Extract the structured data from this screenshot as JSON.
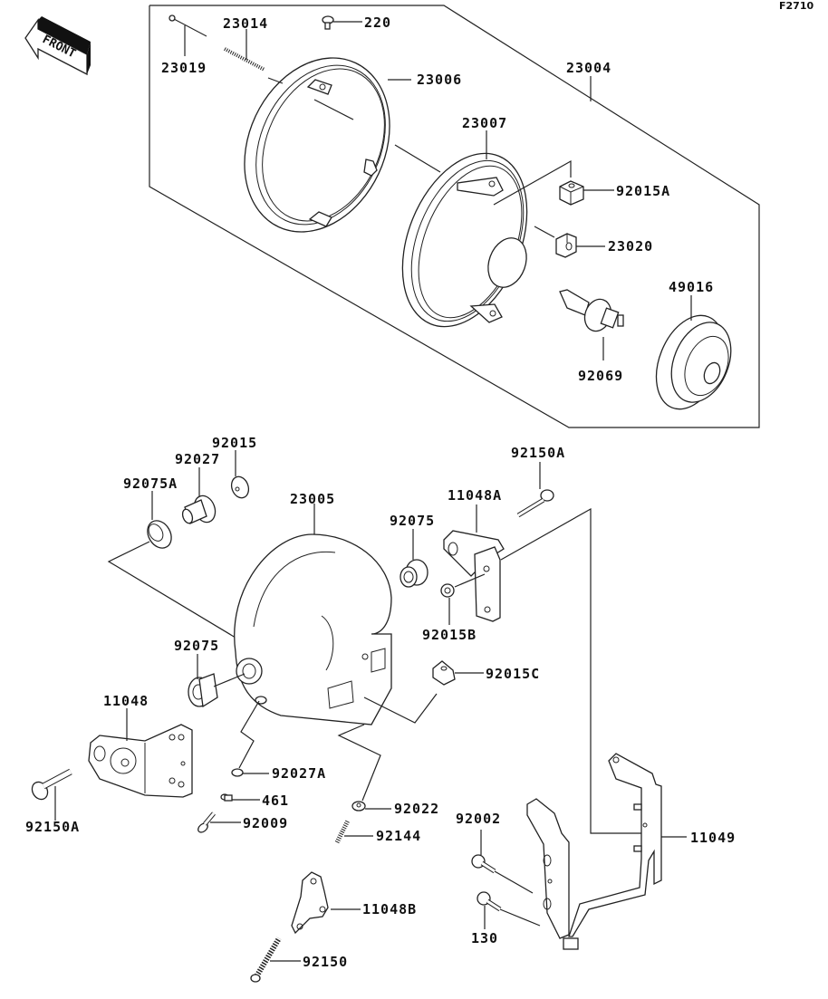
{
  "figure_id": "F2710",
  "front_arrow_label": "FRONT",
  "parts": {
    "p23019": "23019",
    "p23014": "23014",
    "p220": "220",
    "p23006": "23006",
    "p23004": "23004",
    "p23007": "23007",
    "p92015A": "92015A",
    "p23020": "23020",
    "p49016": "49016",
    "p92069": "92069",
    "p92015": "92015",
    "p92027": "92027",
    "p92075A": "92075A",
    "p23005": "23005",
    "p92150A_top": "92150A",
    "p11048A": "11048A",
    "p92075_right": "92075",
    "p92015B": "92015B",
    "p92075_left": "92075",
    "p92015C": "92015C",
    "p11048": "11048",
    "p92027A": "92027A",
    "p92150A_left": "92150A",
    "p461": "461",
    "p92009": "92009",
    "p92022": "92022",
    "p92144": "92144",
    "p92002": "92002",
    "p11049": "11049",
    "p130": "130",
    "p11048B": "11048B",
    "p92150": "92150"
  }
}
